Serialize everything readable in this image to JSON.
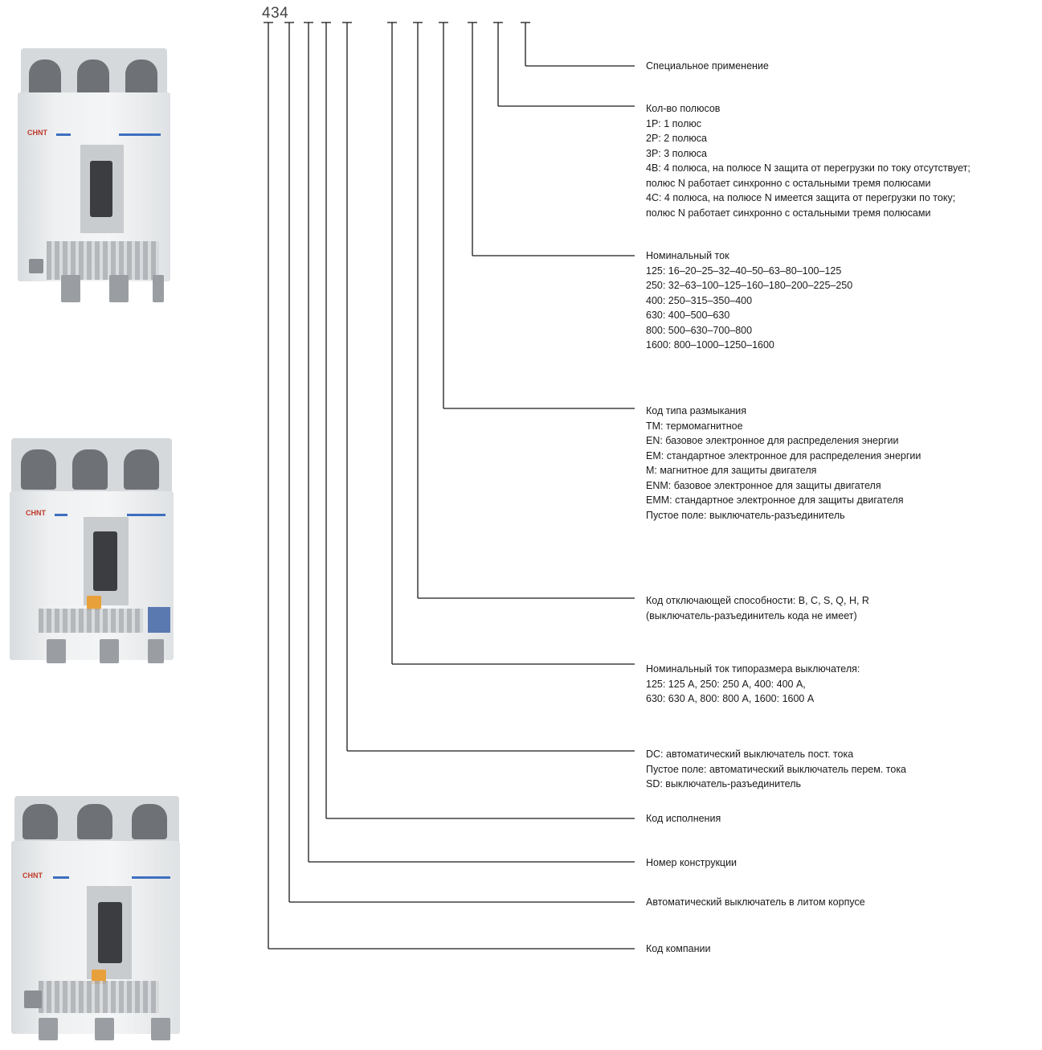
{
  "code_label": "434",
  "items": [
    {
      "id": "special",
      "lines": [
        "Специальное применение"
      ]
    },
    {
      "id": "poles",
      "lines": [
        "Кол-во полюсов",
        "1P: 1 полюс",
        "2P: 2 полюса",
        "3P: 3 полюса",
        "4B: 4 полюса, на полюсе N защита от перегрузки по току отсутствует;",
        "полюс N работает синхронно с остальными тремя полюсами",
        "4C: 4 полюса, на полюсе N имеется защита от перегрузки по току;",
        "полюс N работает синхронно с остальными тремя полюсами"
      ]
    },
    {
      "id": "rated-current",
      "lines": [
        "Номинальный ток",
        "125: 16–20–25–32–40–50–63–80–100–125",
        "250: 32–63–100–125–160–180–200–225–250",
        "400: 250–315–350–400",
        "630: 400–500–630",
        "800: 500–630–700–800",
        "1600: 800–1000–1250–1600"
      ]
    },
    {
      "id": "release-type",
      "lines": [
        "Код типа размыкания",
        "TM: термомагнитное",
        "EN: базовое электронное для распределения энергии",
        "EM: стандартное электронное для распределения энергии",
        "M: магнитное для защиты двигателя",
        "ENM: базовое электронное для защиты двигателя",
        "EMM: стандартное электронное для защиты двигателя",
        "Пустое поле: выключатель-разъединитель"
      ]
    },
    {
      "id": "breaking-capacity",
      "lines": [
        "Код отключающей способности: B, C, S, Q, H, R",
        "(выключатель-разъединитель кода не имеет)"
      ]
    },
    {
      "id": "frame-current",
      "lines": [
        "Номинальный ток типоразмера выключателя:",
        "125: 125 А, 250: 250 А, 400: 400 А,",
        "630: 630 А, 800: 800 А, 1600: 1600 А"
      ]
    },
    {
      "id": "dc-ac",
      "lines": [
        "DC: автоматический выключатель пост. тока",
        "Пустое поле: автоматический выключатель перем. тока",
        "SD: выключатель-разъединитель"
      ]
    },
    {
      "id": "version",
      "lines": [
        "Код исполнения"
      ]
    },
    {
      "id": "design",
      "lines": [
        "Номер конструкции"
      ]
    },
    {
      "id": "mccb",
      "lines": [
        "Автоматический выключатель в литом корпусе"
      ]
    },
    {
      "id": "company",
      "lines": [
        "Код компании"
      ]
    }
  ],
  "brand_label": "CHNT",
  "colors": {
    "line": "#1a1a1a",
    "accent": "#3d6fc0",
    "brand": "#c0392b"
  },
  "icons": [
    "breaker-1-image",
    "breaker-2-image",
    "breaker-3-image"
  ]
}
